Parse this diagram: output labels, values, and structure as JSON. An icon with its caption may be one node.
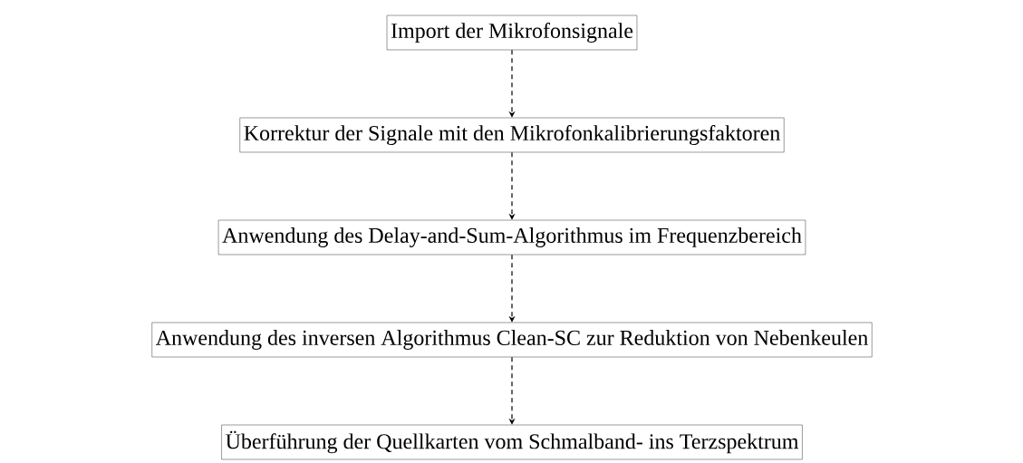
{
  "diagram": {
    "nodes": [
      {
        "text": [
          "Import der Mikrofonsignale"
        ]
      },
      {
        "text": [
          "Korrektur der Signale mit den Mikrofonkalibrierungsfaktoren"
        ]
      },
      {
        "text": [
          "Anwendung des Delay-and-Sum-Algorithmus im Frequenzbereich"
        ]
      },
      {
        "text": [
          "Anwendung des inversen Algorithmus Clean-SC zur Reduktion von Nebenkeulen"
        ]
      },
      {
        "text": [
          "Überführung der Quellkarten vom Schmalband- ins Terzspektrum"
        ]
      }
    ],
    "edges": [
      {
        "from": 0,
        "to": 1,
        "arrow": "to",
        "style": "dashed"
      },
      {
        "from": 1,
        "to": 2,
        "arrow": "to",
        "style": "dashed"
      },
      {
        "from": 2,
        "to": 3,
        "arrow": "to",
        "style": "dashed"
      },
      {
        "from": 3,
        "to": 4,
        "arrow": "to",
        "style": "dashed"
      }
    ]
  }
}
